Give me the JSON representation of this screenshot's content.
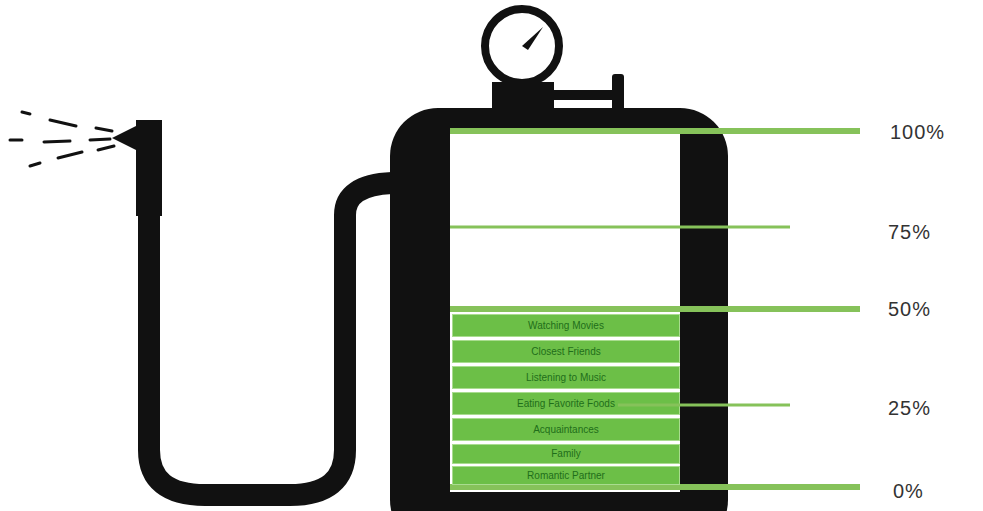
{
  "diagram": {
    "nodes": [
      {
        "text": [
          "Watching Movies"
        ]
      },
      {
        "text": [
          "Closest Friends"
        ]
      },
      {
        "text": [
          "Listening to Music"
        ]
      },
      {
        "text": [
          "Eating Favorite Foods"
        ]
      },
      {
        "text": [
          "Acquaintances"
        ]
      },
      {
        "text": [
          "Family"
        ]
      },
      {
        "text": [
          "Romantic Partner"
        ]
      }
    ],
    "labels": [
      "100%",
      "75%",
      "50%",
      "25%",
      "0%"
    ]
  }
}
